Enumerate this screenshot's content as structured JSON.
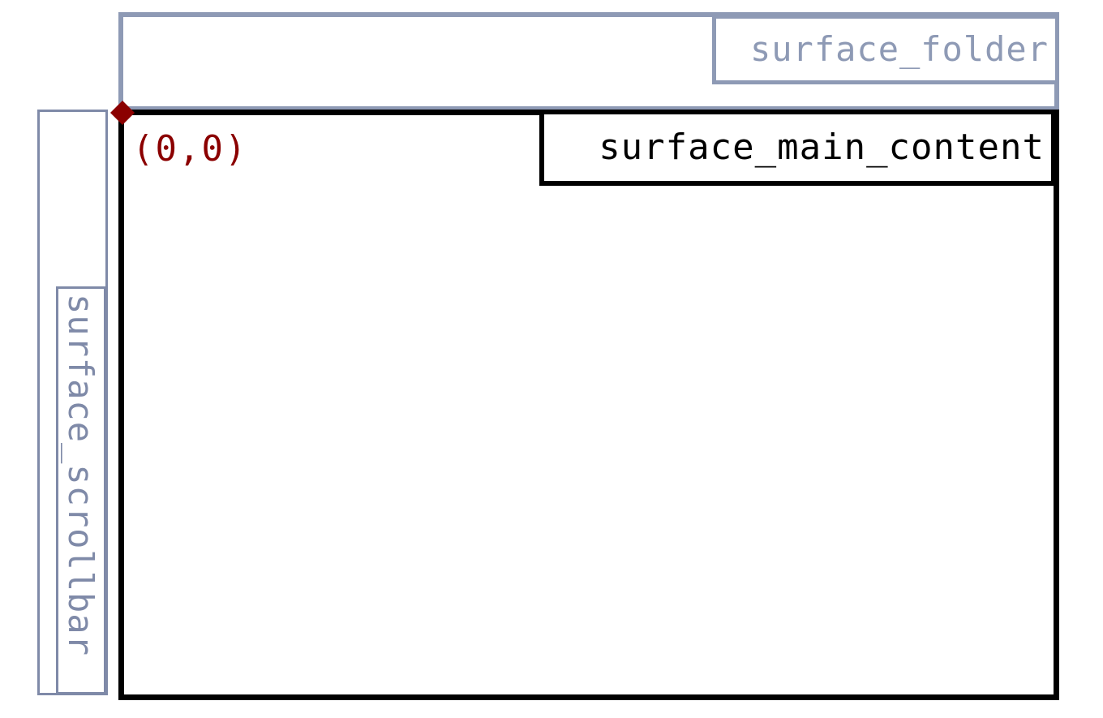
{
  "regions": {
    "folder": {
      "label": "surface_folder",
      "color": "#8e9ab5"
    },
    "scrollbar": {
      "label": "surface_scrollbar",
      "color": "#7f8aa8"
    },
    "main_content": {
      "label": "surface_main_content",
      "color": "#000000"
    }
  },
  "origin": {
    "label": "(0,0)",
    "color": "#8b0000"
  }
}
